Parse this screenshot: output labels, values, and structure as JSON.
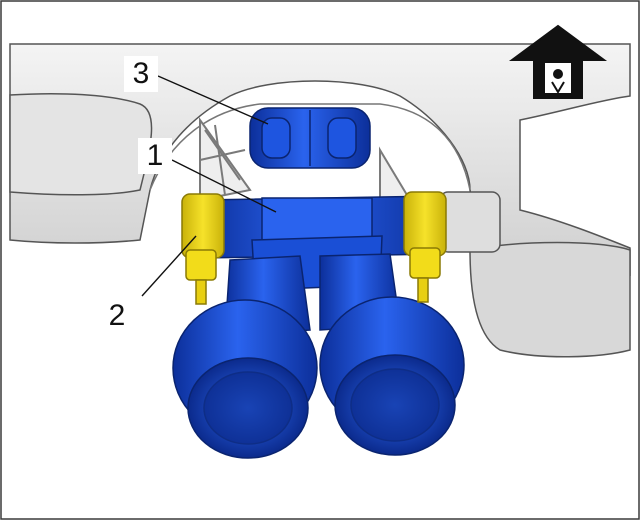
{
  "callouts": [
    {
      "label": "3",
      "part": "front-clamp"
    },
    {
      "label": "1",
      "part": "tailpipe-assembly"
    },
    {
      "label": "2",
      "part": "side-clamp"
    }
  ],
  "colors": {
    "tailpipe": "#1a4fd6",
    "tailpipe_dark": "#0c2f9a",
    "clamp": "#f2dc1a",
    "clamp_dark": "#c9b20a",
    "body_light": "#ececec",
    "body_shade": "#c9c9c9",
    "outline": "#3a3a3a"
  },
  "icons": [
    "direction-up-arrow-icon"
  ]
}
